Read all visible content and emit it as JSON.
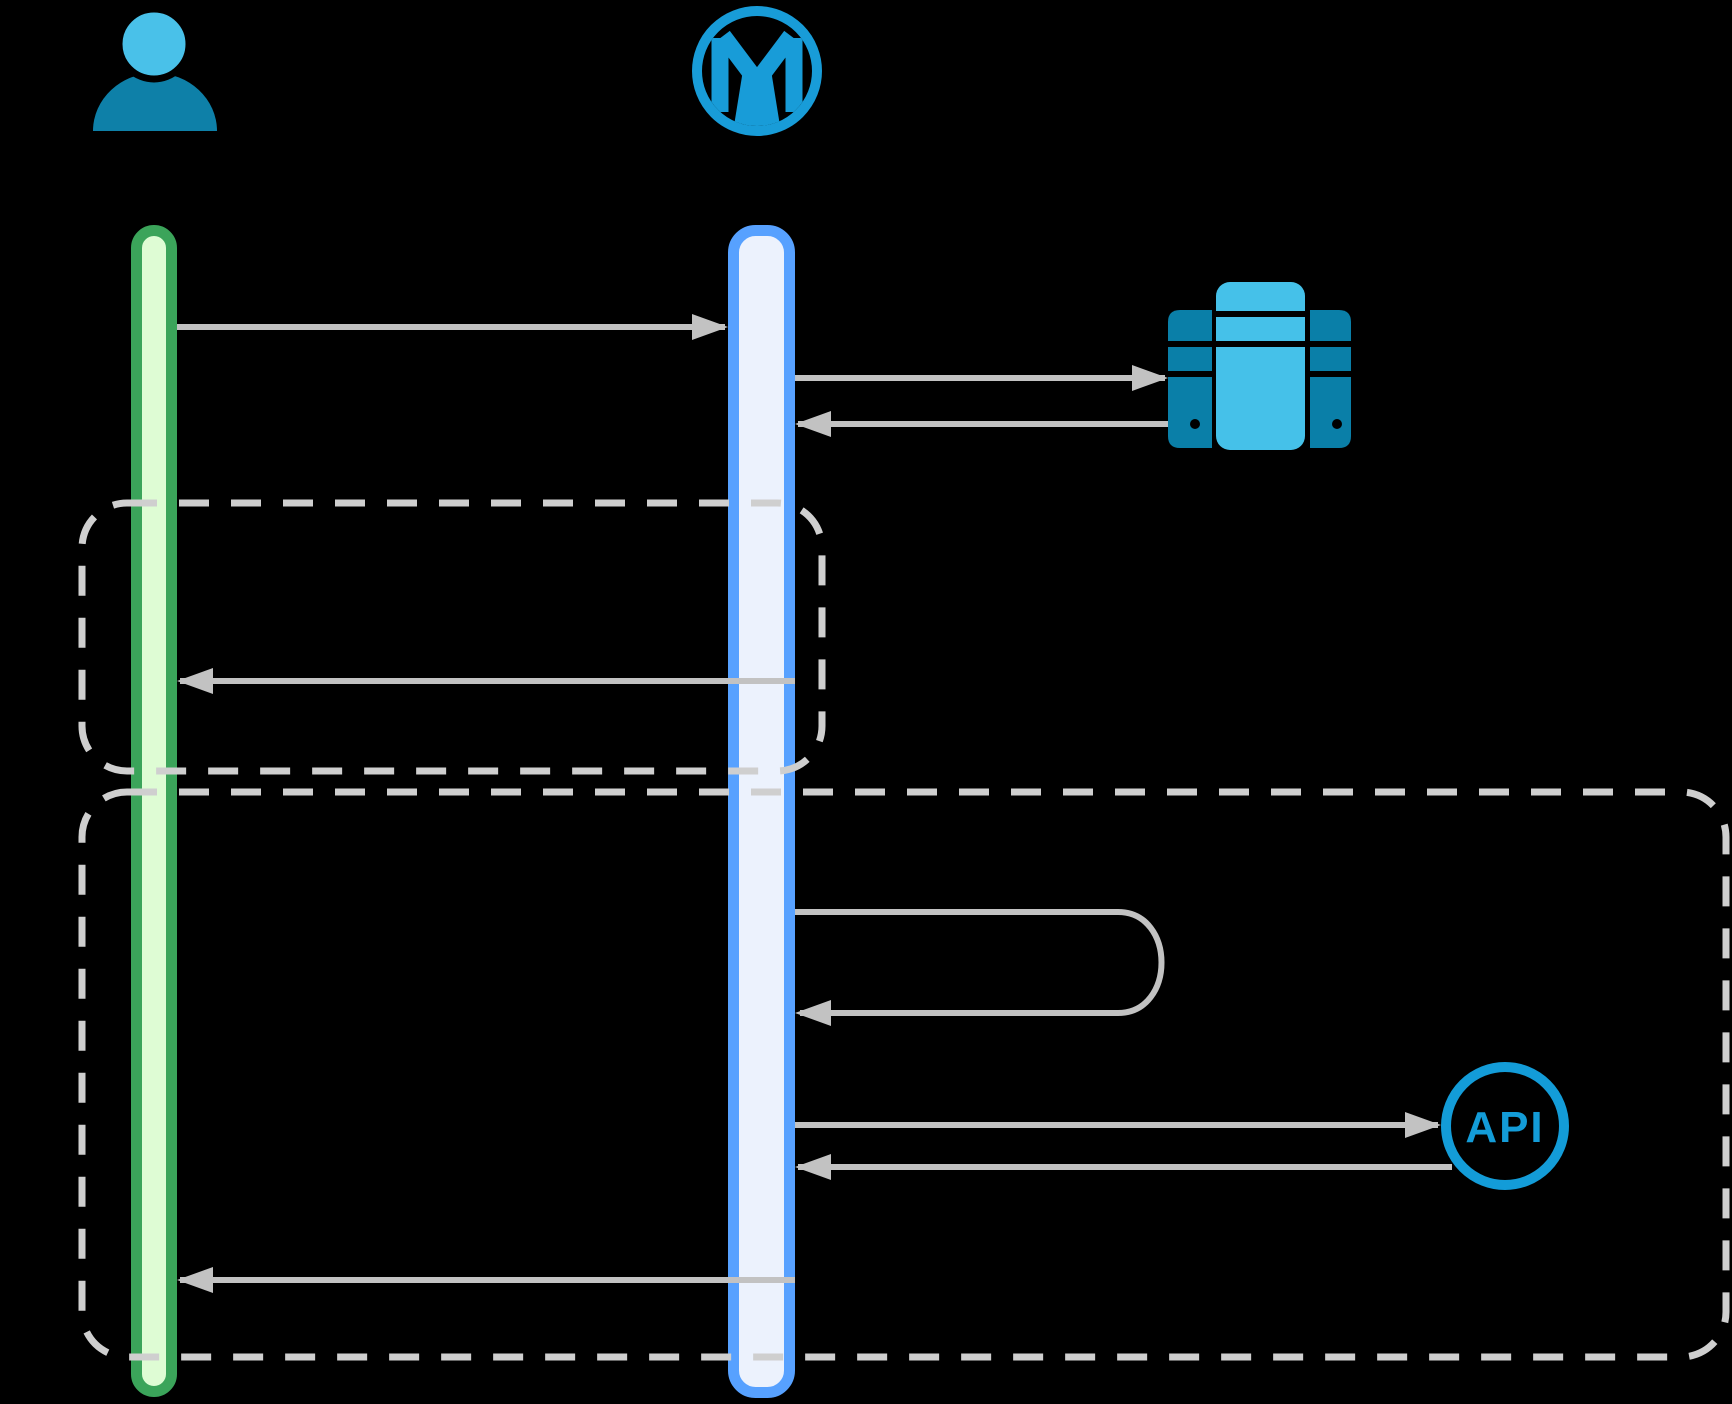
{
  "diagram": {
    "type": "sequence",
    "participants": [
      {
        "id": "user",
        "icon": "person-icon",
        "activation_bar": "green"
      },
      {
        "id": "mule-runtime",
        "icon": "mulesoft-logo",
        "activation_bar": "blue"
      },
      {
        "id": "legacy-system",
        "icon": "database-server-icon"
      },
      {
        "id": "api",
        "icon": "api-circle-icon",
        "label": "API"
      }
    ],
    "messages": [
      {
        "from": "user",
        "to": "mule-runtime",
        "kind": "request"
      },
      {
        "from": "mule-runtime",
        "to": "legacy-system",
        "kind": "request"
      },
      {
        "from": "legacy-system",
        "to": "mule-runtime",
        "kind": "return"
      },
      {
        "from": "mule-runtime",
        "to": "user",
        "kind": "return",
        "fragment": 0
      },
      {
        "from": "mule-runtime",
        "to": "mule-runtime",
        "kind": "self-call",
        "fragment": 1
      },
      {
        "from": "mule-runtime",
        "to": "api",
        "kind": "request",
        "fragment": 1
      },
      {
        "from": "api",
        "to": "mule-runtime",
        "kind": "return",
        "fragment": 1
      },
      {
        "from": "mule-runtime",
        "to": "user",
        "kind": "return",
        "fragment": 1
      }
    ],
    "fragments": [
      {
        "index": 0,
        "style": "dashed-rounded"
      },
      {
        "index": 1,
        "style": "dashed-rounded"
      }
    ]
  },
  "icons": {
    "api": {
      "label": "API"
    }
  },
  "colors": {
    "background": "#000000",
    "person_head": "#49C1E9",
    "person_body": "#0E80A8",
    "mule_blue": "#189CD8",
    "db_light": "#45C1E9",
    "db_dark": "#0A7FA8",
    "api_blue": "#139CD8",
    "lifeline_green_border": "#3BA45A",
    "lifeline_green_fill": "#DEFCD4",
    "lifeline_blue_border": "#57A1FF",
    "lifeline_blue_fill": "#ECF2FD",
    "arrow_gray": "#C2C2C2",
    "frame_gray": "#CFCFCF"
  }
}
